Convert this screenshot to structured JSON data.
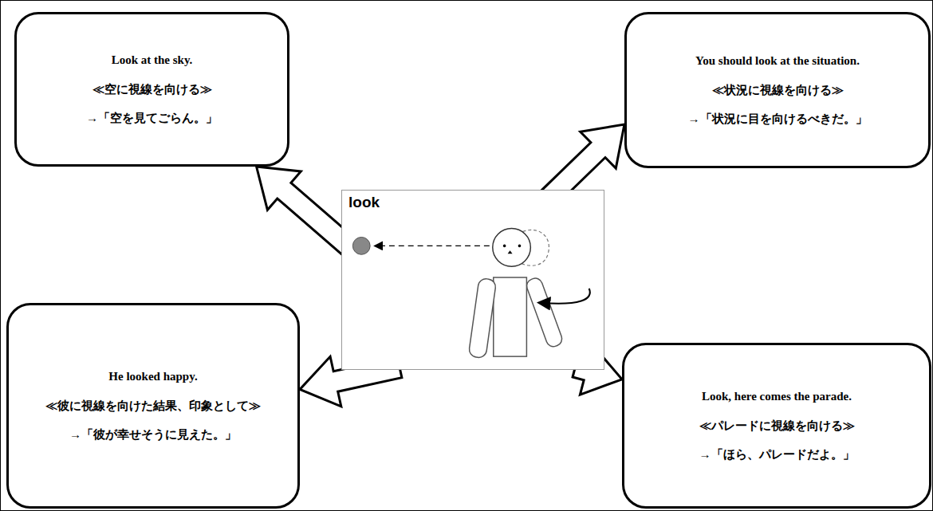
{
  "diagram": {
    "nodes": [
      {
        "text": [
          "Look at the sky.",
          "≪空に視線を向ける≫",
          "→「空を見てごらん。」"
        ]
      },
      {
        "text": [
          "You should look at the situation.",
          "≪状況に視線を向ける≫",
          "→「状況に目を向けるべきだ。」"
        ]
      },
      {
        "text": [
          "look"
        ]
      },
      {
        "text": [
          "He looked happy.",
          "≪彼に視線を向けた結果、印象として≫",
          "→「彼が幸せそうに見えた。」"
        ]
      },
      {
        "text": [
          "Look, here comes the parade.",
          "≪パレードに視線を向ける≫",
          "→「ほら、パレードだよ。」"
        ]
      }
    ],
    "edges": [
      {
        "from": 2,
        "to": 0,
        "arrow": "to"
      },
      {
        "from": 2,
        "to": 1,
        "arrow": "to"
      },
      {
        "from": 2,
        "to": 3,
        "arrow": "to"
      },
      {
        "from": 2,
        "to": 4,
        "arrow": "to"
      }
    ]
  }
}
